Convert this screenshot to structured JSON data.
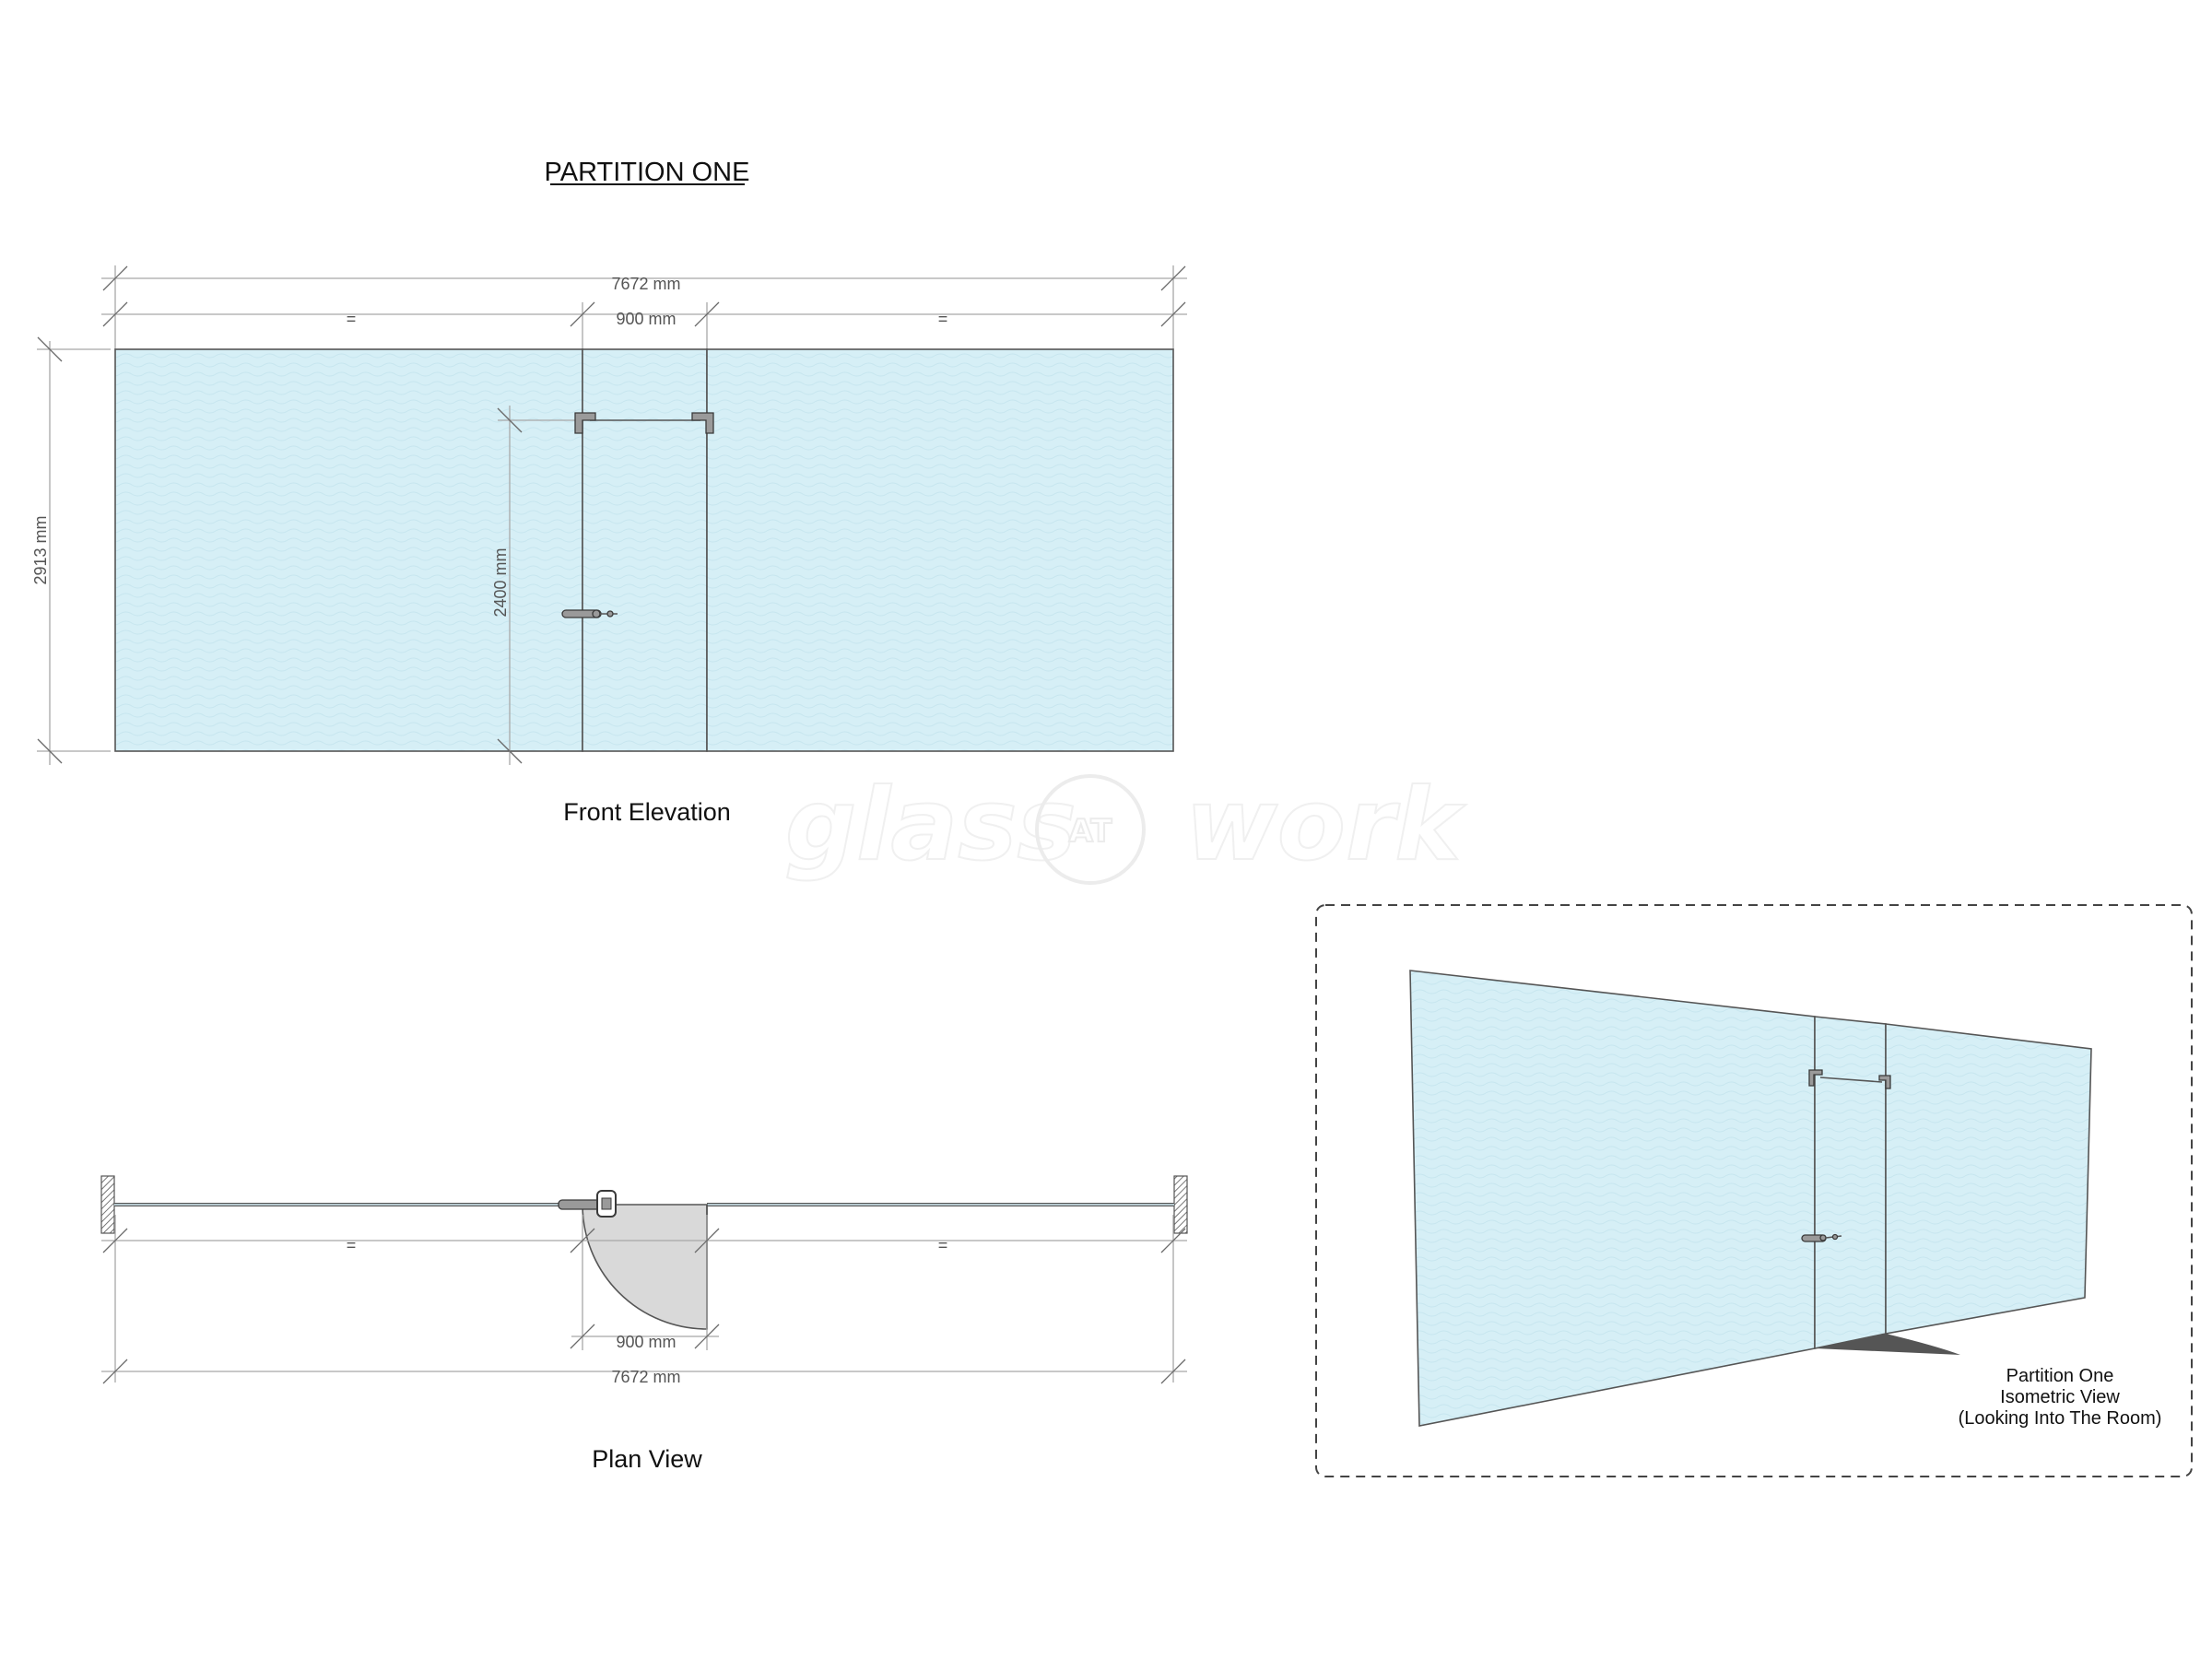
{
  "drawing": {
    "title": "PARTITION ONE",
    "watermark": {
      "left": "glass",
      "badge": "AT",
      "right": "work"
    },
    "front_elevation": {
      "caption": "Front Elevation",
      "overall_width": "7672 mm",
      "door_width": "900 mm",
      "side_left": "=",
      "side_right": "=",
      "height": "2913 mm",
      "door_height": "2400 mm"
    },
    "plan_view": {
      "caption": "Plan View",
      "door_width": "900 mm",
      "overall_width": "7672 mm",
      "side_left": "=",
      "side_right": "="
    },
    "isometric": {
      "caption_line1": "Partition One",
      "caption_line2": "Isometric View",
      "caption_line3": "(Looking Into The Room)"
    },
    "colors": {
      "glass": "#d6eff6",
      "outline": "#555555",
      "dimension": "#a8a8a8",
      "door_swing": "#d9d9d9",
      "shadow": "#555555"
    }
  }
}
